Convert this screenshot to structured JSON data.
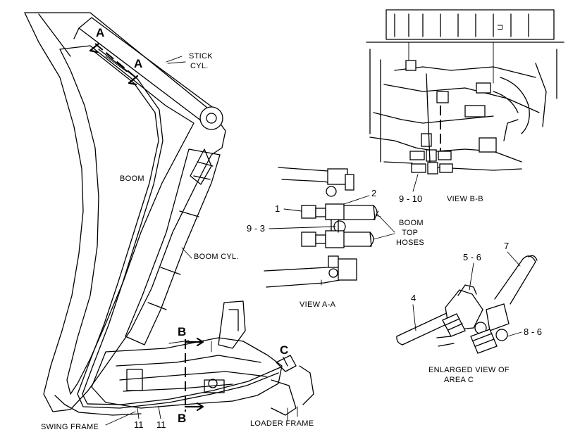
{
  "labels": {
    "stick_cyl_1": "STICK",
    "stick_cyl_2": "CYL.",
    "boom": "BOOM",
    "boom_cyl": "BOOM CYL.",
    "swing_frame": "SWING FRAME",
    "loader_frame": "LOADER FRAME",
    "view_aa": "VIEW A-A",
    "view_bb": "VIEW B-B",
    "boom_top_hoses_1": "BOOM",
    "boom_top_hoses_2": "TOP",
    "boom_top_hoses_3": "HOSES",
    "enlarged_1": "ENLARGED VIEW OF",
    "enlarged_2": "AREA C"
  },
  "section_marks": {
    "a_upper": "A",
    "a_lower": "A",
    "b_upper": "B",
    "b_lower": "B",
    "c": "C"
  },
  "callouts": {
    "c1": "1",
    "c2": "2",
    "c9_3": "9 - 3",
    "c9_10": "9 - 10",
    "c4": "4",
    "c5_6": "5 - 6",
    "c7": "7",
    "c8_6": "8 - 6",
    "c11a": "11",
    "c11b": "11"
  }
}
